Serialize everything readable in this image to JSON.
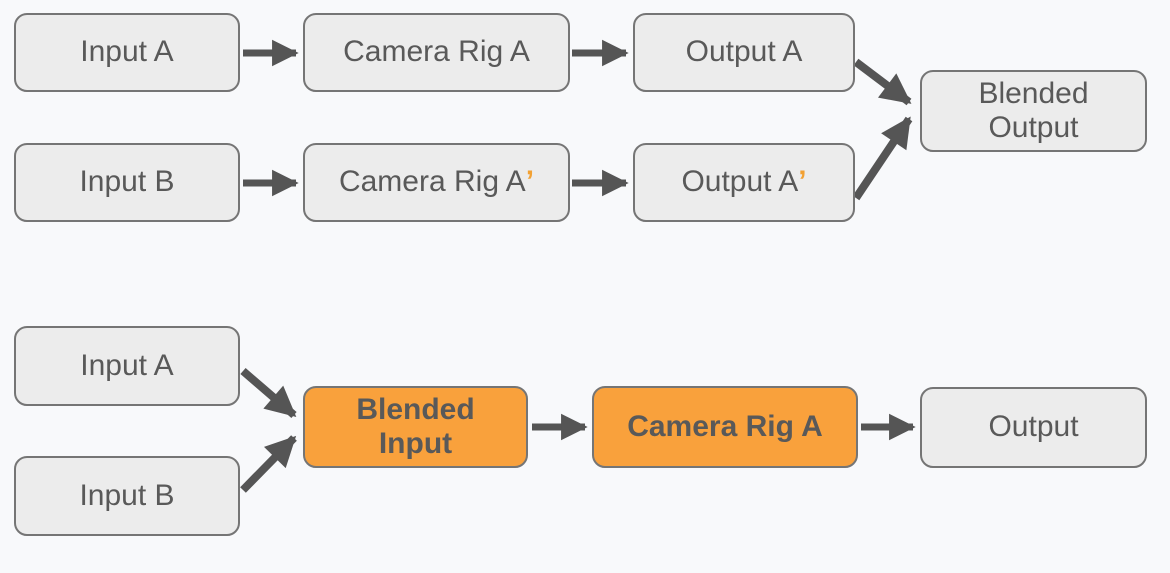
{
  "colors": {
    "background": "#F8F9FB",
    "node_fill": "#ECECEC",
    "node_border": "#757575",
    "node_text": "#595959",
    "accent_orange": "#F9A13C",
    "prime_orange": "#F2A133",
    "arrow": "#555555"
  },
  "top_diagram": {
    "input_a": "Input A",
    "camera_rig_a": "Camera Rig A",
    "output_a": "Output A",
    "input_b": "Input B",
    "camera_rig_a_prime_base": "Camera Rig A",
    "output_a_prime_base": "Output A",
    "prime_mark": "’",
    "blended_output": "Blended\nOutput"
  },
  "bottom_diagram": {
    "input_a": "Input A",
    "input_b": "Input B",
    "blended_input": "Blended\nInput",
    "camera_rig_a": "Camera Rig A",
    "output": "Output"
  }
}
